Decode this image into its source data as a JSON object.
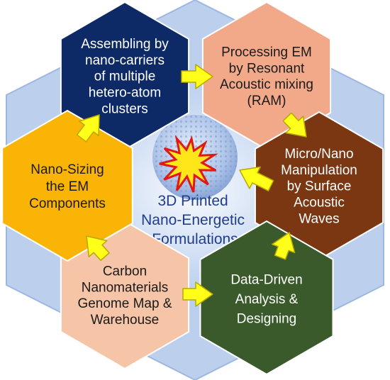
{
  "center": {
    "lines": [
      "3D Printed",
      "Nano-Energetic",
      "Formulations"
    ],
    "text_color": "#1f3d8c"
  },
  "nodes": [
    {
      "id": "assembling",
      "lines": [
        "Assembling by",
        "nano-carriers",
        "of multiple",
        "hetero-atom",
        "clusters"
      ],
      "fill": "#0e2a66",
      "text_color": "#ffffff"
    },
    {
      "id": "processing",
      "lines": [
        "Processing EM",
        "by Resonant",
        "Acoustic mixing",
        "(RAM)"
      ],
      "fill": "#f2a98a",
      "text_color": "#1a1a1a"
    },
    {
      "id": "micro-nano",
      "lines": [
        "Micro/Nano",
        "Manipulation",
        "by Surface",
        "Acoustic",
        "Waves"
      ],
      "fill": "#7a3712",
      "text_color": "#ffffff"
    },
    {
      "id": "data-driven",
      "lines": [
        "Data-Driven",
        "Analysis &",
        "Designing"
      ],
      "fill": "#3a5a2c",
      "text_color": "#ffffff"
    },
    {
      "id": "carbon",
      "lines": [
        "Carbon",
        "Nanomaterials",
        "Genome Map &",
        "Warehouse"
      ],
      "fill": "#f6c4a6",
      "text_color": "#1a1a1a"
    },
    {
      "id": "nano-sizing",
      "lines": [
        "Nano-Sizing",
        "the EM",
        "Components"
      ],
      "fill": "#fab406",
      "text_color": "#1a1a1a"
    }
  ],
  "colors": {
    "arrow_fill": "#ffff1a",
    "arrow_stroke": "#b8a800",
    "big_hex_fill": "#bcd0ee",
    "big_hex_stroke": "#9db7e3",
    "star_fill": "#ffe61a",
    "star_stroke": "#e01818",
    "sphere_fill": "#a9bfe6"
  }
}
